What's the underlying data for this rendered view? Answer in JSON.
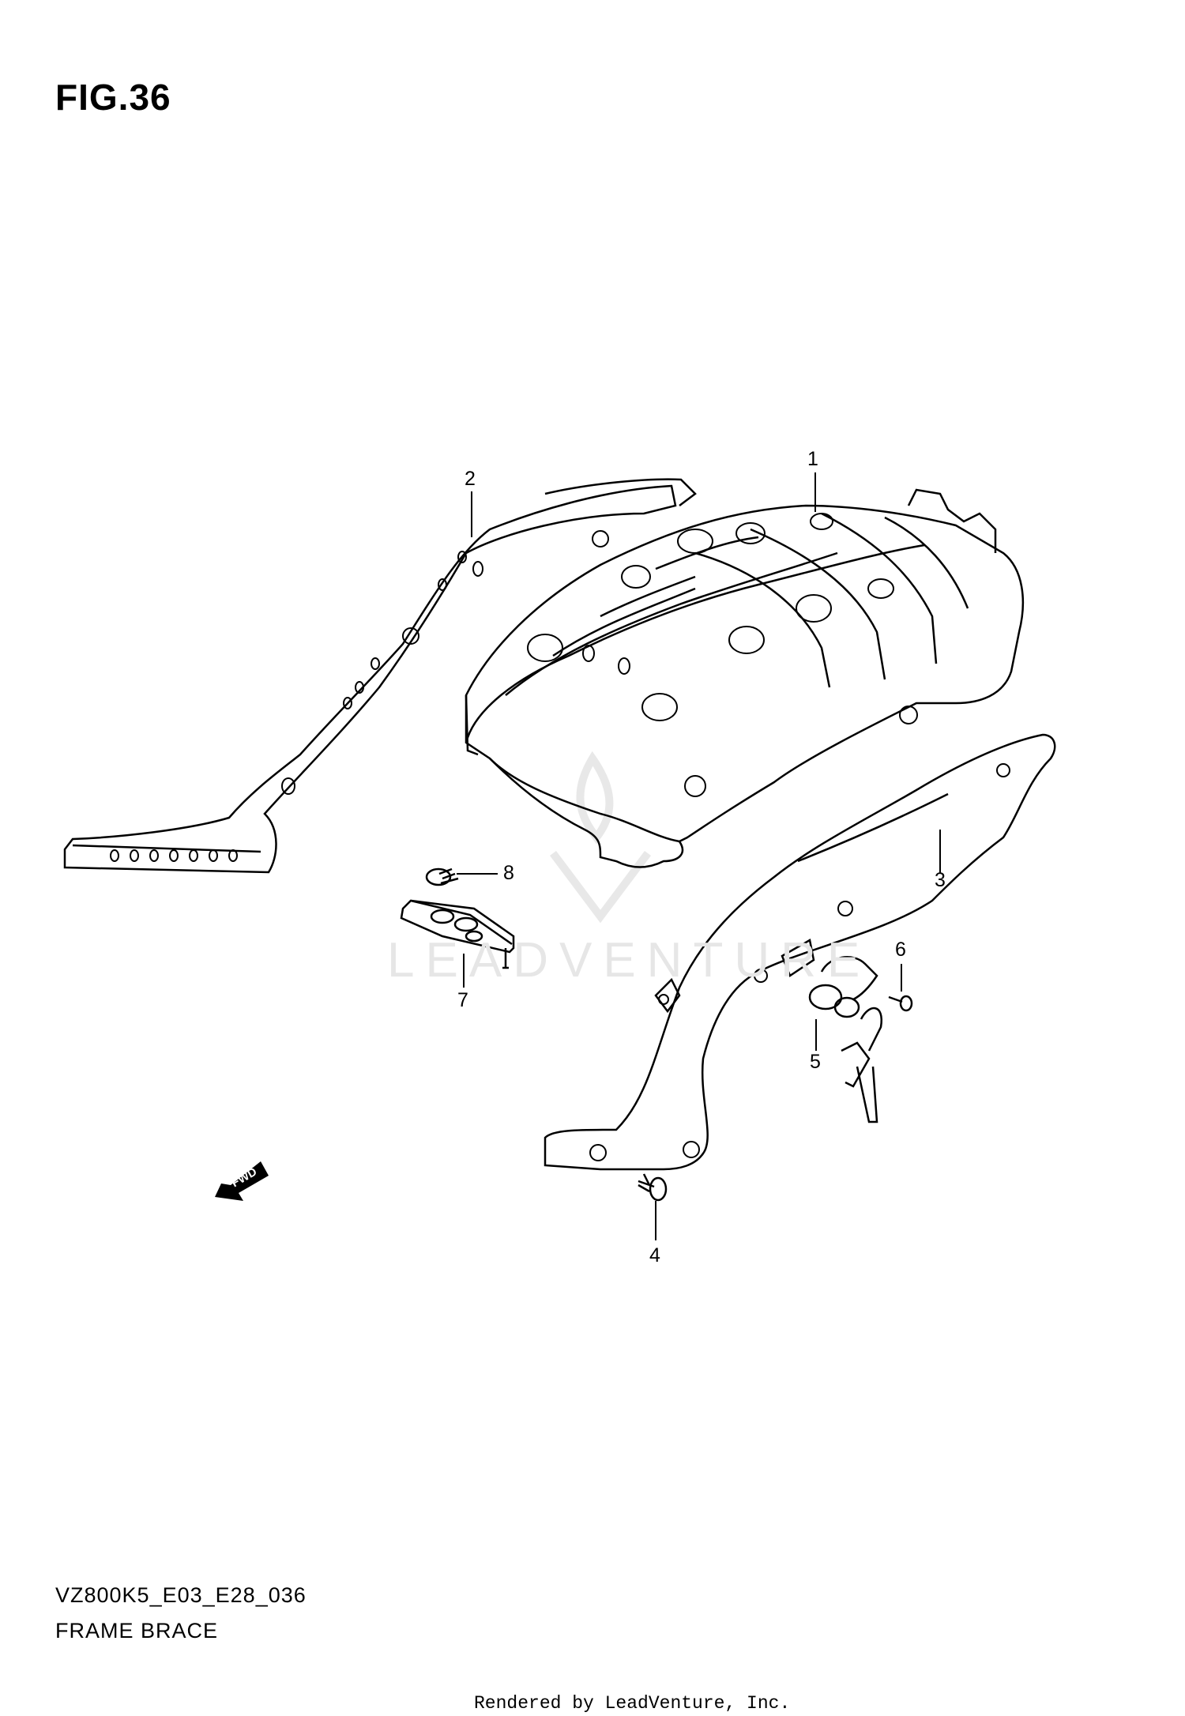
{
  "figure": {
    "title": "FIG.36",
    "model_code": "VZ800K5_E03_E28_036",
    "section_name": "FRAME BRACE",
    "footer": "Rendered by LeadVenture, Inc.",
    "watermark": "LEADVENTURE"
  },
  "callouts": [
    {
      "id": "1",
      "label": "1"
    },
    {
      "id": "2",
      "label": "2"
    },
    {
      "id": "3",
      "label": "3"
    },
    {
      "id": "4",
      "label": "4"
    },
    {
      "id": "5",
      "label": "5"
    },
    {
      "id": "6",
      "label": "6"
    },
    {
      "id": "7",
      "label": "7"
    },
    {
      "id": "8",
      "label": "8"
    }
  ],
  "direction_arrow": {
    "label": "FWD"
  },
  "colors": {
    "line": "#000000",
    "watermark": "#e6e6e6",
    "background": "#ffffff"
  }
}
